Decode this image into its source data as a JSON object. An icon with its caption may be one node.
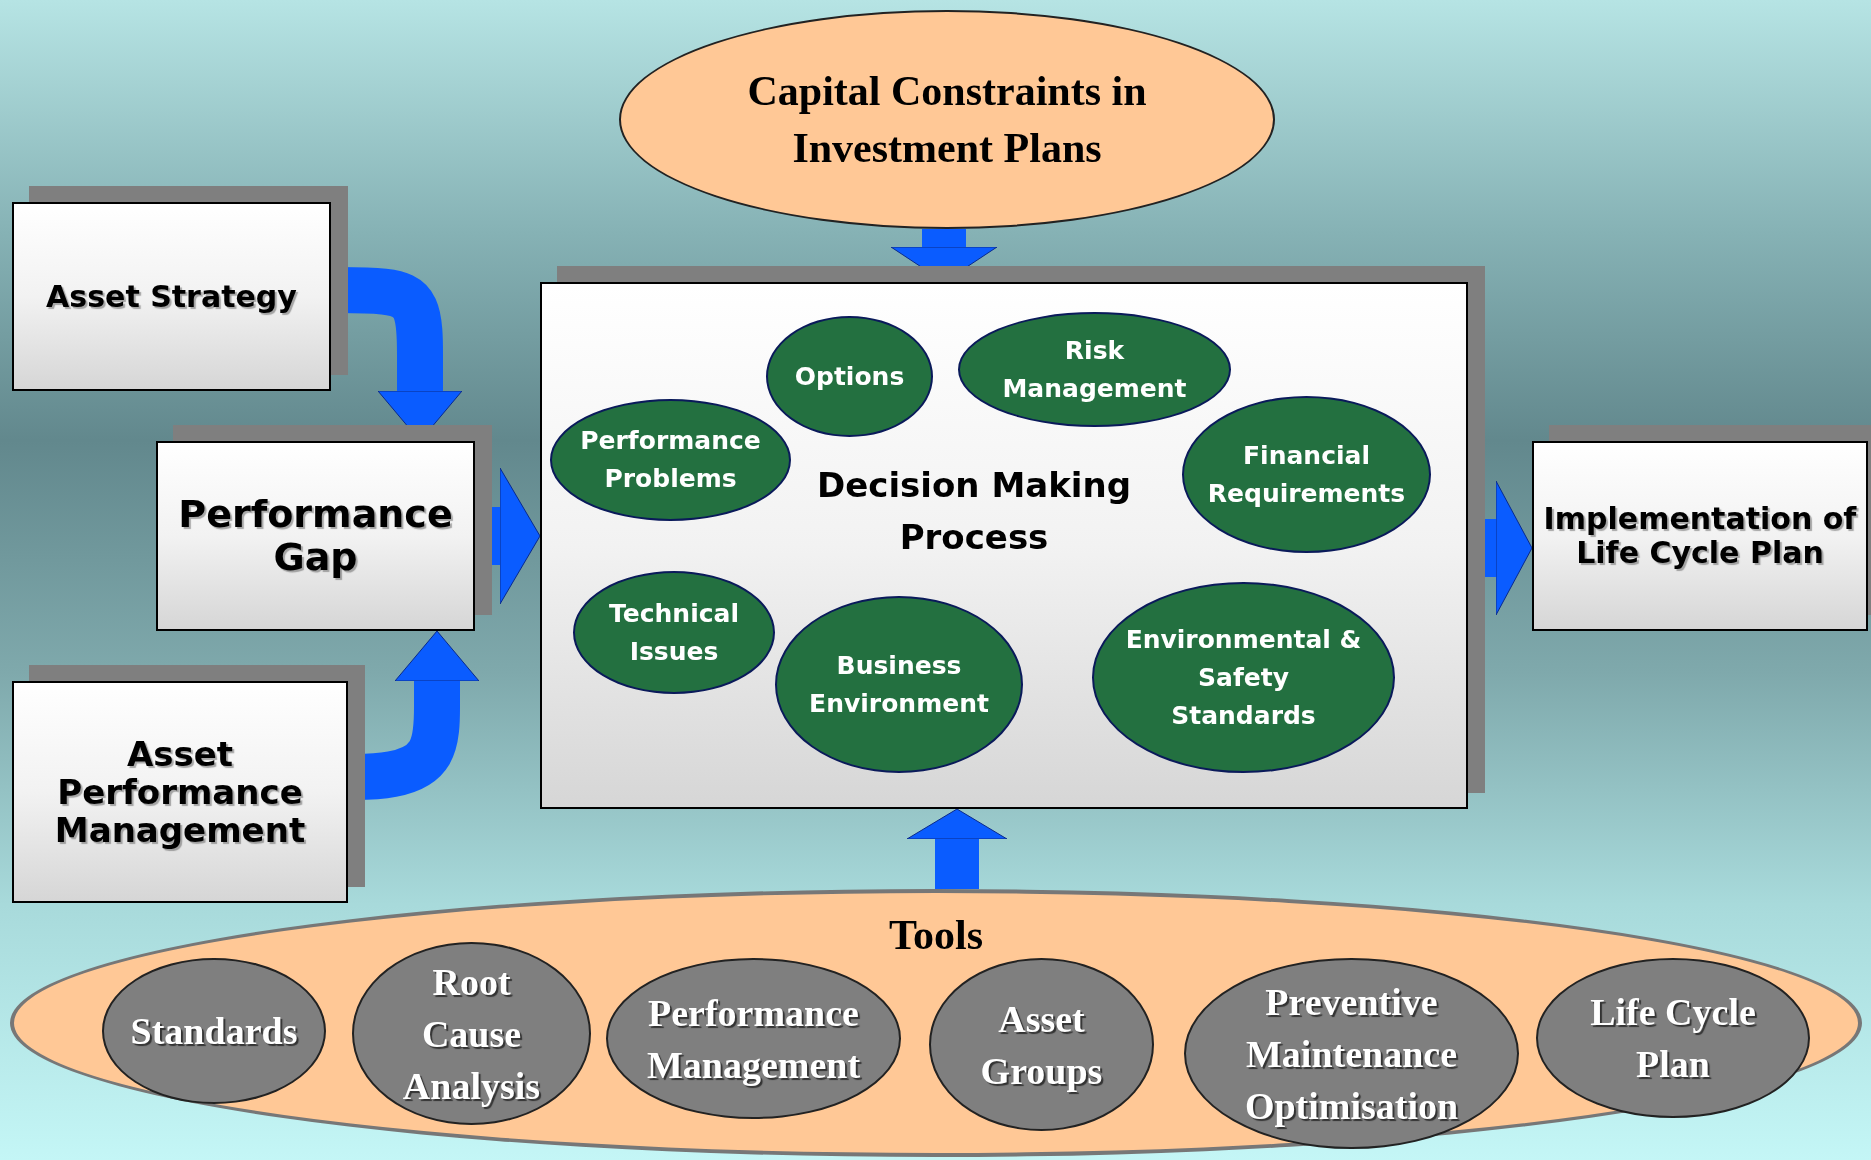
{
  "diagram": {
    "nodes": [
      {
        "text": [
          "Capital Constraints in Investment Plans"
        ]
      },
      {
        "text": [
          "Asset Strategy"
        ]
      },
      {
        "text": [
          "Performance Gap"
        ]
      },
      {
        "text": [
          "Asset Performance Management"
        ]
      },
      {
        "text": [
          "Decision Making Process"
        ]
      },
      {
        "text": [
          "Options"
        ],
        "in": 4
      },
      {
        "text": [
          "Risk Management"
        ],
        "in": 4
      },
      {
        "text": [
          "Performance Problems"
        ],
        "in": 4
      },
      {
        "text": [
          "Financial Requirements"
        ],
        "in": 4
      },
      {
        "text": [
          "Technical Issues"
        ],
        "in": 4
      },
      {
        "text": [
          "Business Environment"
        ],
        "in": 4
      },
      {
        "text": [
          "Environmental & Safety Standards"
        ],
        "in": 4
      },
      {
        "text": [
          "Implementation of Life Cycle Plan"
        ]
      },
      {
        "text": [
          "Tools"
        ]
      },
      {
        "text": [
          "Standards"
        ],
        "in": 13
      },
      {
        "text": [
          "Root Cause Analysis"
        ],
        "in": 13
      },
      {
        "text": [
          "Performance Management"
        ],
        "in": 13
      },
      {
        "text": [
          "Asset Groups"
        ],
        "in": 13
      },
      {
        "text": [
          "Preventive Maintenance Optimisation"
        ],
        "in": 13
      },
      {
        "text": [
          "Life Cycle Plan"
        ],
        "in": 13
      }
    ],
    "edges": [
      {
        "from": 0,
        "to": 4,
        "arrow": "to"
      },
      {
        "from": 1,
        "to": 2,
        "arrow": "to"
      },
      {
        "from": 3,
        "to": 2,
        "arrow": "to"
      },
      {
        "from": 2,
        "to": 4,
        "arrow": "to"
      },
      {
        "from": 4,
        "to": 12,
        "arrow": "to"
      },
      {
        "from": 13,
        "to": 4,
        "arrow": "to"
      }
    ]
  }
}
